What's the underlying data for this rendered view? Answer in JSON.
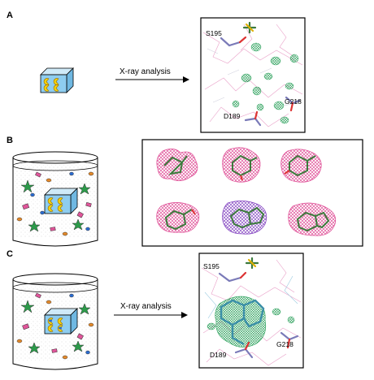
{
  "panels": {
    "a": {
      "letter": "A",
      "arrow_label": "X-ray analysis",
      "residues": [
        "S195",
        "G218",
        "D189"
      ]
    },
    "b": {
      "letter": "B"
    },
    "c": {
      "letter": "C",
      "arrow_label": "X-ray analysis",
      "residues": [
        "S195",
        "D189",
        "G218"
      ]
    }
  },
  "colors": {
    "crystal": "#8ecdf0",
    "lobe": "#f4d20a",
    "mesh_pink": "#e0559a",
    "mesh_purple": "#8a4fc4",
    "mesh_green": "#2aa05a",
    "stick_green": "#3c7a3c",
    "ligand_blue": "#3b8fa8"
  }
}
